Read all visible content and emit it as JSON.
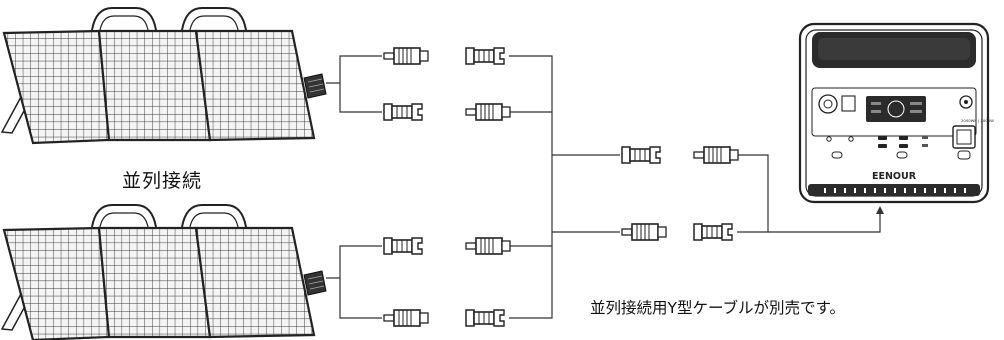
{
  "labels": {
    "parallel": "並列接続",
    "note": "並列接続用Y型ケーブルが別売です。"
  },
  "power_station": {
    "brand": "EENOUR",
    "spec_text": "2000Wh | 2000W"
  },
  "colors": {
    "line": "#333333",
    "panel_frame": "#222222",
    "panel_fill": "#f2f2f2",
    "station_dark": "#2b2b2b",
    "station_light": "#ffffff"
  }
}
